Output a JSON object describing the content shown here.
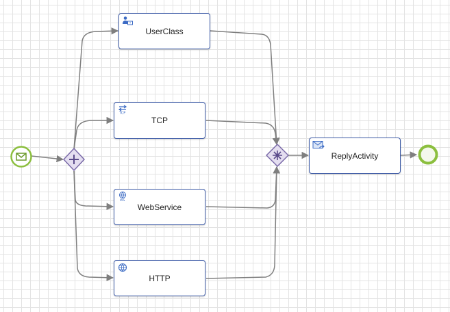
{
  "nodes": {
    "user_class": {
      "label": "UserClass"
    },
    "tcp": {
      "label": "TCP"
    },
    "web_service": {
      "label": "WebService"
    },
    "http": {
      "label": "HTTP"
    },
    "reply_activity": {
      "label": "ReplyActivity"
    }
  },
  "icons": {
    "user_class": "user-class-icon",
    "tcp": "tcp-icon",
    "web_service": "webservice-icon",
    "http": "globe-icon",
    "reply_activity": "reply-envelope-icon",
    "start_event": "envelope-icon",
    "split_gateway": "plus-icon",
    "join_gateway": "asterisk-icon"
  },
  "colors": {
    "activity_border": "#3c5aa6",
    "connector": "#7f7f7f",
    "gateway_fill": "#e4def0",
    "gateway_stroke": "#7a6aa8",
    "event_stroke": "#8cbf3f",
    "grid": "#e3e3e3"
  }
}
